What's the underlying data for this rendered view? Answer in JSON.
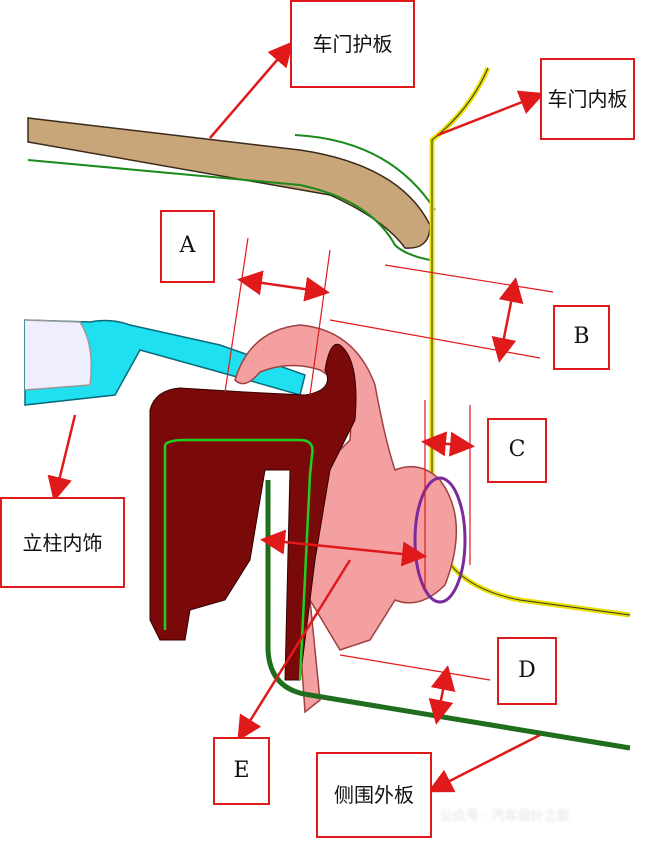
{
  "labels": {
    "door_trim": "车门护板",
    "door_inner": "车门内板",
    "pillar_trim": "立柱内饰",
    "body_side_outer": "侧围外板",
    "a": "A",
    "b": "B",
    "c": "C",
    "d": "D",
    "e": "E"
  },
  "watermark": "公众号 · 汽车设计之家",
  "colors": {
    "arrow": "#e0191b",
    "door_trim": "#c9a57a",
    "door_inner": "#e8e000",
    "pillar_trim": "#1ee0f0",
    "seal_dark": "#7a0a0a",
    "seal_light": "#f4a0a0",
    "body_outer": "#1e6e1e"
  }
}
